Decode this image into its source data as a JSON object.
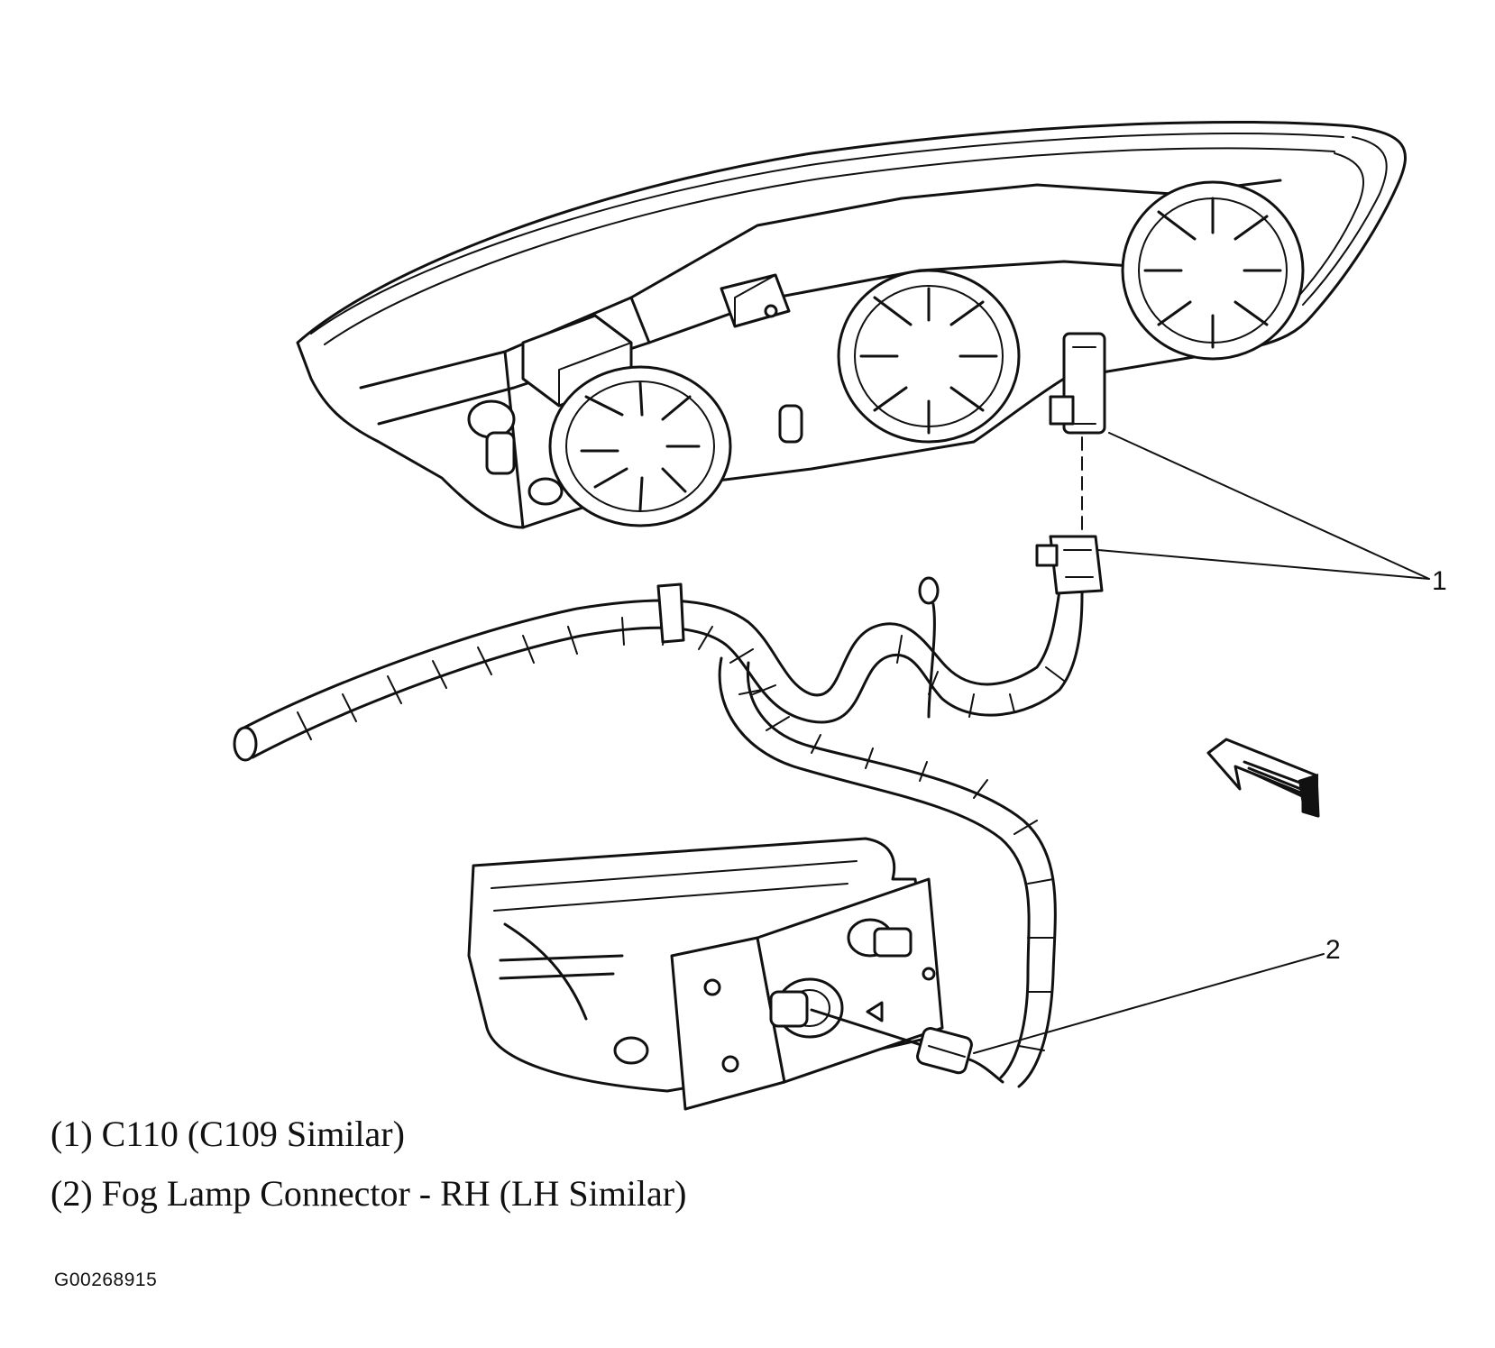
{
  "callouts": {
    "c1": "1",
    "c2": "2"
  },
  "legend": {
    "item1": "(1) C110 (C109 Similar)",
    "item2": "(2) Fog Lamp Connector - RH (LH Similar)"
  },
  "figure_id": "G00268915"
}
